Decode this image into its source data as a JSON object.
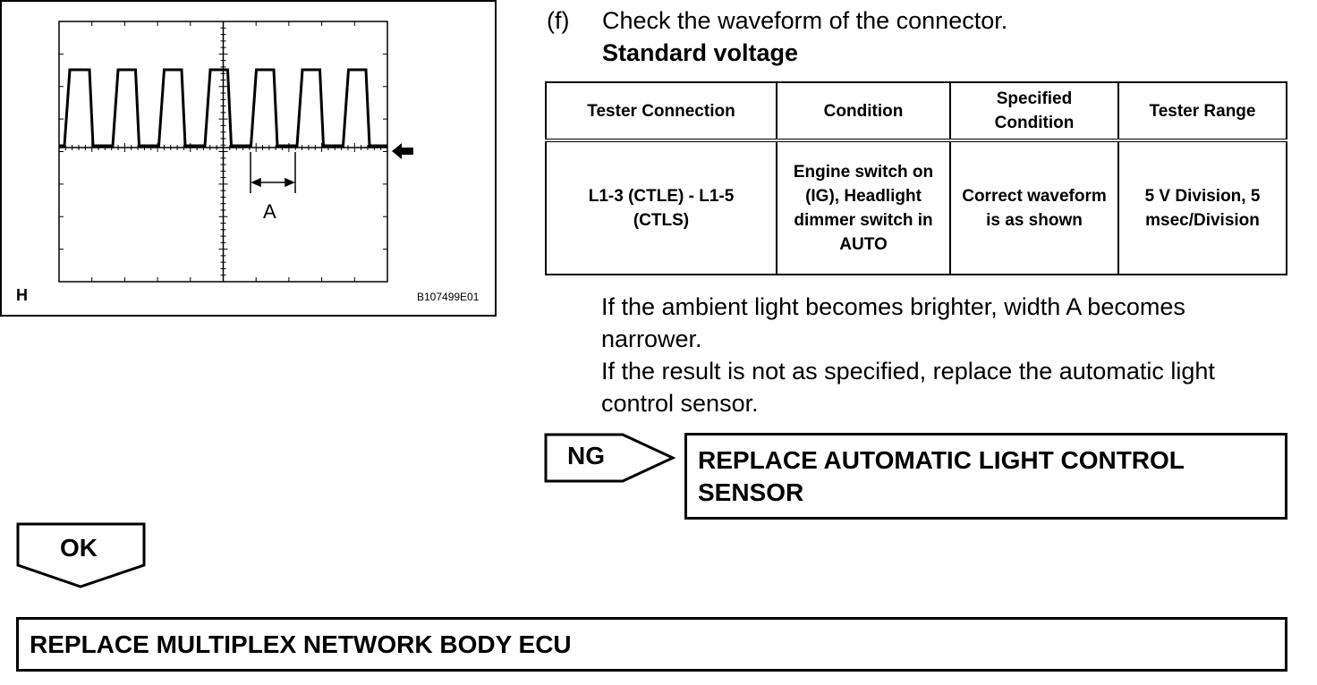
{
  "figure": {
    "corner_label": "H",
    "marker_label": "A",
    "figure_id": "B107499E01",
    "arrow_icon": "arrow-left-icon"
  },
  "step": {
    "letter": "(f)",
    "instruction": "Check the waveform of the connector.",
    "heading": "Standard voltage"
  },
  "table": {
    "headers": [
      "Tester Connection",
      "Condition",
      "Specified Condition",
      "Tester Range"
    ],
    "rows": [
      [
        "L1-3 (CTLE) - L1-5 (CTLS)",
        "Engine switch on (IG), Headlight dimmer switch in AUTO",
        "Correct waveform is as shown",
        "5 V Division, 5 msec/Division"
      ]
    ]
  },
  "notes": [
    "If the ambient light becomes brighter, width A becomes narrower.",
    "If the result is not as specified, replace the automatic light control sensor."
  ],
  "ng_branch": {
    "label": "NG",
    "result": "REPLACE AUTOMATIC LIGHT CONTROL SENSOR"
  },
  "ok_branch": {
    "label": "OK",
    "result": "REPLACE MULTIPLEX NETWORK BODY ECU"
  }
}
